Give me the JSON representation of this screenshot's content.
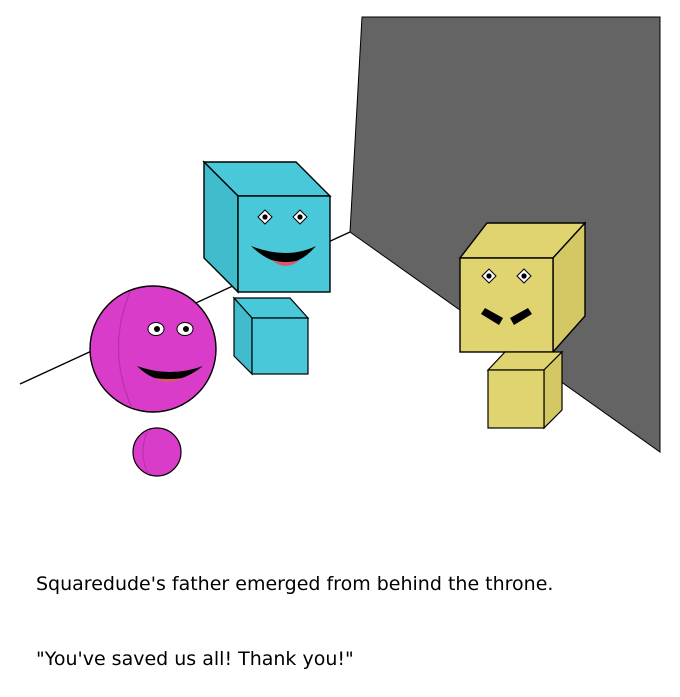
{
  "caption": {
    "line1": "Squaredude's father emerged from behind the throne.",
    "line2": "\"You've saved us all! Thank you!\""
  },
  "colors": {
    "wall": "#646464",
    "cyan": "#48c8d8",
    "magenta": "#d83cc8",
    "yellow": "#e0d470",
    "mouth": "#d85a6c"
  },
  "characters": [
    "squaredude-father",
    "squaredude",
    "circle-friend",
    "yellow-cube-father",
    "yellow-cube-child"
  ]
}
